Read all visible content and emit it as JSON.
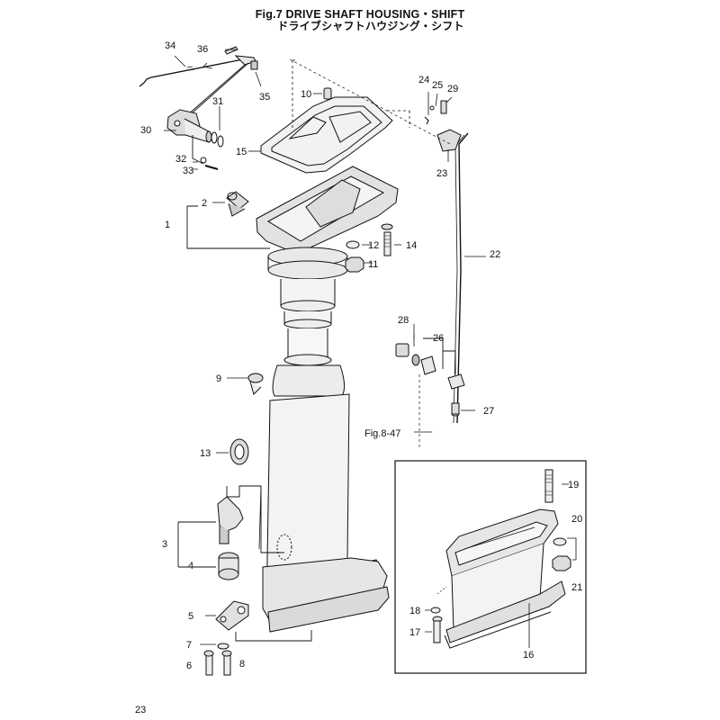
{
  "title_en": "Fig.7  DRIVE SHAFT HOUSING・SHIFT",
  "title_jp": "ドライブシャフトハウジング・シフト",
  "page_number": "23",
  "cross_ref": "Fig.8-47",
  "labels": {
    "p1": "1",
    "p2": "2",
    "p3": "3",
    "p4": "4",
    "p5": "5",
    "p6": "6",
    "p7": "7",
    "p8": "8",
    "p9": "9",
    "p10": "10",
    "p11": "11",
    "p12": "12",
    "p13": "13",
    "p14": "14",
    "p15": "15",
    "p16": "16",
    "p17": "17",
    "p18": "18",
    "p19": "19",
    "p20": "20",
    "p21": "21",
    "p22": "22",
    "p23": "23",
    "p24": "24",
    "p25": "25",
    "p26": "26",
    "p27": "27",
    "p28": "28",
    "p29": "29",
    "p30": "30",
    "p31": "31",
    "p32": "32",
    "p33": "33",
    "p34": "34",
    "p35": "35",
    "p36": "36"
  }
}
